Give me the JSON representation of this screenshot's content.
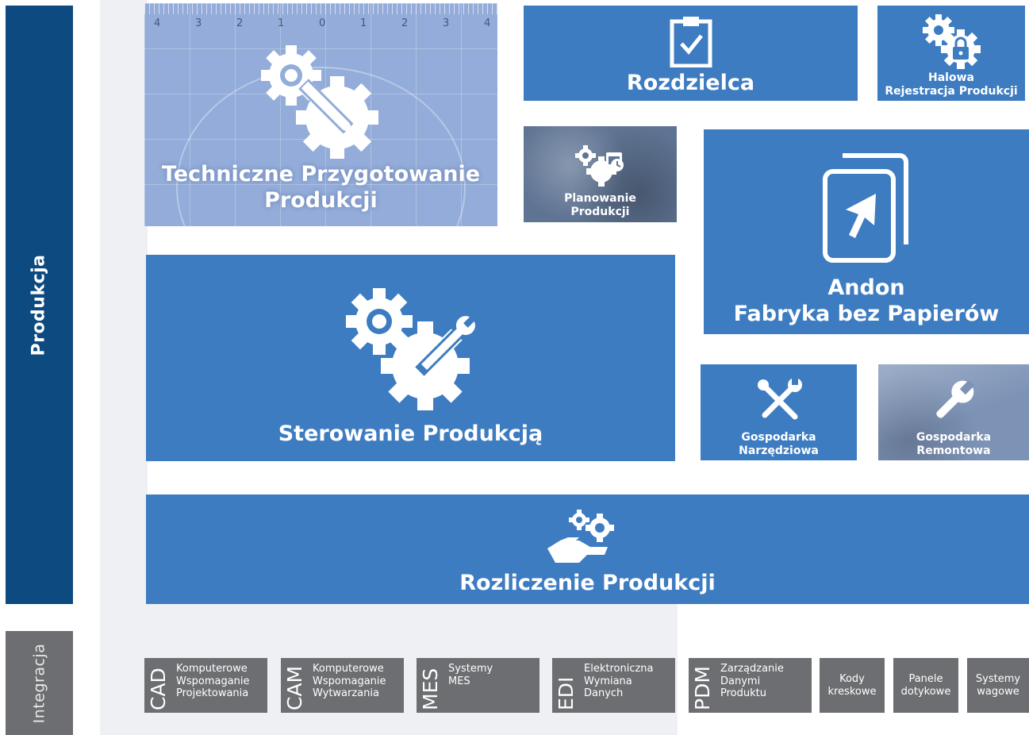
{
  "sidebar": {
    "produkcja": "Produkcja",
    "integracja": "Integracja"
  },
  "tiles": {
    "tpp": {
      "line1": "Techniczne Przygotowanie",
      "line2": "Produkcji"
    },
    "rozdzielca": {
      "title": "Rozdzielca"
    },
    "halowa": {
      "line1": "Halowa",
      "line2": "Rejestracja Produkcji"
    },
    "planowanie": {
      "line1": "Planowanie",
      "line2": "Produkcji"
    },
    "andon": {
      "line1": "Andon",
      "line2": "Fabryka bez Papierów"
    },
    "sterowanie": {
      "title": "Sterowanie Produkcją"
    },
    "narzedziowa": {
      "line1": "Gospodarka",
      "line2": "Narzędziowa"
    },
    "remontowa": {
      "line1": "Gospodarka",
      "line2": "Remontowa"
    },
    "rozliczenie": {
      "title": "Rozliczenie Produkcji"
    }
  },
  "ruler_numbers": [
    "4",
    "3",
    "2",
    "1",
    "0",
    "1",
    "2",
    "3",
    "4"
  ],
  "integration": [
    {
      "abbr": "CAD",
      "desc": "Komputerowe\nWspomaganie\nProjektowania"
    },
    {
      "abbr": "CAM",
      "desc": "Komputerowe\nWspomaganie\nWytwarzania"
    },
    {
      "abbr": "MES",
      "desc": "Systemy\nMES"
    },
    {
      "abbr": "EDI",
      "desc": "Elektroniczna\nWymiana\nDanych"
    },
    {
      "abbr": "PDM",
      "desc": "Zarządzanie\nDanymi\nProduktu"
    },
    {
      "text": "Kody\nkreskowe"
    },
    {
      "text": "Panele\ndotykowe"
    },
    {
      "text": "Systemy\nwagowe"
    }
  ],
  "colors": {
    "tile": "#3d7cc1",
    "sidebar": "#0d4a80",
    "integration": "#6d6e71"
  }
}
